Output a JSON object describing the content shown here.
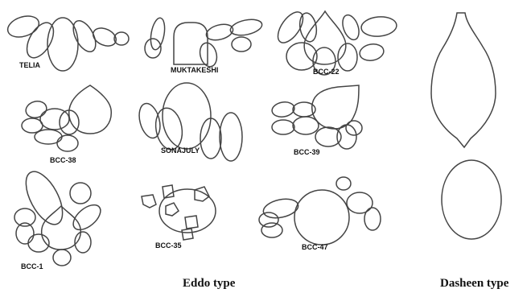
{
  "eddo_specimens": [
    {
      "label": "TELIA"
    },
    {
      "label": "MUKTAKESHI"
    },
    {
      "label": "BCC-22"
    },
    {
      "label": "BCC-38"
    },
    {
      "label": "SONAJULY"
    },
    {
      "label": "BCC-39"
    },
    {
      "label": "BCC-1"
    },
    {
      "label": "BCC-35"
    },
    {
      "label": "BCC-47"
    }
  ],
  "captions": {
    "eddo": "Eddo type",
    "dasheen": "Dasheen type"
  }
}
